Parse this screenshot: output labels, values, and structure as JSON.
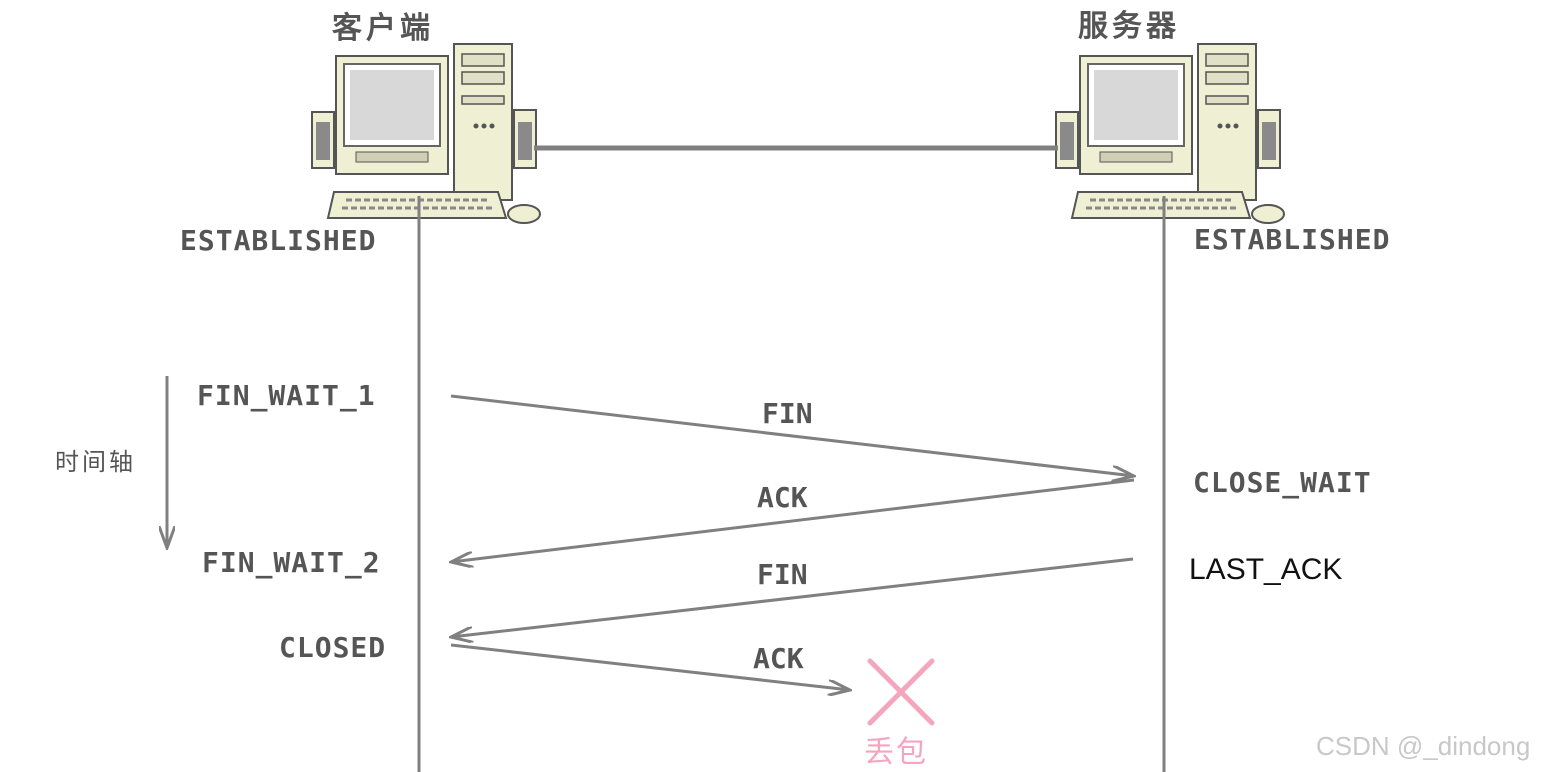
{
  "client": {
    "title": "客户端",
    "states": {
      "established": "ESTABLISHED",
      "fin_wait_1": "FIN_WAIT_1",
      "fin_wait_2": "FIN_WAIT_2",
      "closed": "CLOSED"
    }
  },
  "server": {
    "title": "服务器",
    "states": {
      "established": "ESTABLISHED",
      "close_wait": "CLOSE_WAIT",
      "last_ack": "LAST_ACK"
    }
  },
  "timeline_label": "时间轴",
  "messages": {
    "fin1": "FIN",
    "ack1": "ACK",
    "fin2": "FIN",
    "ack2": "ACK"
  },
  "loss_label": "丢包",
  "watermark": "CSDN @_dindong",
  "colors": {
    "line": "#808080",
    "loss_mark": "#f4a6bf",
    "computer_body": "#efefd3",
    "computer_outline": "#555555"
  },
  "icons": [
    "computer-icon",
    "arrow-head",
    "x-mark-icon"
  ]
}
